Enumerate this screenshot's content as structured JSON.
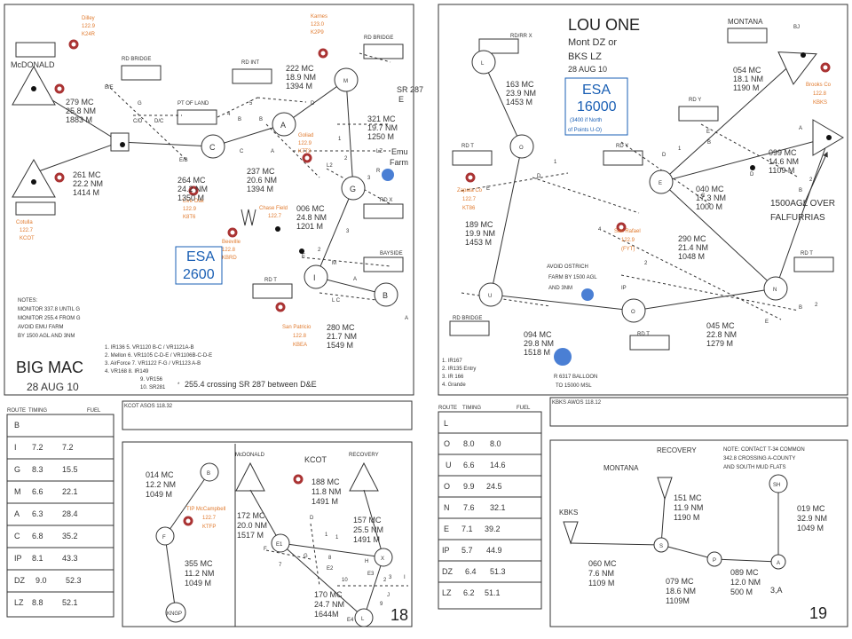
{
  "left": {
    "title": "BIG MAC",
    "date": "28 AUG 10",
    "esa": {
      "label": "ESA",
      "value": "2600"
    },
    "places": {
      "mcdonald": "McDONALD",
      "emu": "Emu",
      "farm": "Farm",
      "sr287": "SR 287",
      "sr287e": "E"
    },
    "roads": {
      "rdbridge1": "RD BRIDGE",
      "rdbridge2": "RD BRIDGE",
      "rdint": "RD INT",
      "ptofland": "PT OF LAND",
      "rdx": "RD X",
      "bayside": "BAYSIDE",
      "rdt": "RD T"
    },
    "labels": {
      "be": "B/E",
      "g": "G",
      "cd": "C/D",
      "dc": "D/C",
      "eb": "E/B",
      "n4": "4",
      "n5": "5",
      "b1": "B",
      "b2": "B",
      "c": "C",
      "a": "A",
      "d": "D",
      "lz": "LZ",
      "l2": "L2",
      "n1": "1",
      "n2": "2",
      "r": "R",
      "n3": "3",
      "e": "E",
      "n2b": "2",
      "m": "M",
      "ai": "A",
      "lc": "L C",
      "n3b": "3",
      "ab": "A"
    },
    "airports": [
      {
        "name": "Dilley",
        "freq": "122.9",
        "id": "K24R"
      },
      {
        "name": "Karnes",
        "freq": "123.0",
        "id": "K2P9"
      },
      {
        "name": "Goliad",
        "freq": "122.9",
        "id": "K7T3"
      },
      {
        "name": "Live Oak",
        "freq": "122.9",
        "id": "K8T6"
      },
      {
        "name": "Chase Field",
        "freq": "122.7",
        "id": ""
      },
      {
        "name": "Beeville",
        "freq": "122.8",
        "id": "KBRD"
      },
      {
        "name": "Cotulla",
        "freq": "122.7",
        "id": "KCOT"
      },
      {
        "name": "San Patricio",
        "freq": "122.8",
        "id": "KBEA"
      }
    ],
    "waypoints": [
      "M",
      "A",
      "C",
      "G",
      "I",
      "B"
    ],
    "legs": [
      {
        "mc": "222 MC",
        "nm": "18.9 NM",
        "m": "1394 M"
      },
      {
        "mc": "279 MC",
        "nm": "25.8 NM",
        "m": "1883 M"
      },
      {
        "mc": "321 MC",
        "nm": "19.7 NM",
        "m": "1250 M"
      },
      {
        "mc": "237 MC",
        "nm": "20.6 NM",
        "m": "1394 M"
      },
      {
        "mc": "261 MC",
        "nm": "22.2 NM",
        "m": "1414 M"
      },
      {
        "mc": "264 MC",
        "nm": "24.2 NM",
        "m": "1350 M"
      },
      {
        "mc": "006 MC",
        "nm": "24.8 NM",
        "m": "1201 M"
      },
      {
        "mc": "280 MC",
        "nm": "21.7 NM",
        "m": "1549 M"
      }
    ],
    "notes": [
      "NOTES:",
      "MONITOR 337.8 UNTIL G",
      "MONITOR 255.4 FROM G",
      "AVOID EMU FARM",
      "BY 1500 AGL AND 3NM"
    ],
    "footnotes": [
      "1. IR136    5. VR1120 B-C  /  VR1121A-B",
      "2. Mellon    6. VR1105 C-D-E  /  VR1106B-C-D-E",
      "3. AirForce 7. VR1122  F-G  /  VR1123 A-B",
      "4. VR168    8. IR149",
      "9. VR156",
      "10. SR281"
    ],
    "crossing": "255.4 crossing SR 287 between D&E",
    "route_header": {
      "route": "ROUTE",
      "timing": "TIMING",
      "fuel": "FUEL"
    },
    "route": [
      {
        "wp": "B",
        "t": "",
        "f": ""
      },
      {
        "wp": "I",
        "t": "7.2",
        "f": "7.2"
      },
      {
        "wp": "G",
        "t": "8.3",
        "f": "15.5"
      },
      {
        "wp": "M",
        "t": "6.6",
        "f": "22.1"
      },
      {
        "wp": "A",
        "t": "6.3",
        "f": "28.4"
      },
      {
        "wp": "C",
        "t": "6.8",
        "f": "35.2"
      },
      {
        "wp": "IP",
        "t": "8.1",
        "f": "43.3"
      },
      {
        "wp": "DZ",
        "t": "9.0",
        "f": "52.3"
      },
      {
        "wp": "LZ",
        "t": "8.8",
        "f": "52.1"
      }
    ],
    "asos": "KCOT ASOS 118.32",
    "sub": {
      "mcdonald": "McDONALD",
      "recovery": "RECOVERY",
      "kcot": "KCOT",
      "tip": "TIP McCampbell",
      "tipfreq": "122.7",
      "tipid": "KTFP",
      "kngp": "KNGP",
      "b": "B",
      "f": "F",
      "e1": "E1",
      "e2": "E2",
      "x": "X",
      "l": "L",
      "e4": "E4",
      "d": "D",
      "n8": "8",
      "n2": "2",
      "n3": "3",
      "n10": "10",
      "h": "H",
      "n9": "9",
      "f2": "F",
      "g": "G",
      "n7": "7",
      "i": "I",
      "j": "J",
      "n1": "1",
      "n1b": "1",
      "e3": "E3"
    },
    "sublegs": [
      {
        "mc": "014 MC",
        "nm": "12.2 NM",
        "m": "1049 M"
      },
      {
        "mc": "188 MC",
        "nm": "11.8 NM",
        "m": "1491 M"
      },
      {
        "mc": "172 MC",
        "nm": "20.0 NM",
        "m": "1517 M"
      },
      {
        "mc": "157 MC",
        "nm": "25.5 NM",
        "m": "1491 M"
      },
      {
        "mc": "355 MC",
        "nm": "11.2 NM",
        "m": "1049 M"
      },
      {
        "mc": "170 MC",
        "nm": "24.7 NM",
        "m": "1644M"
      }
    ],
    "page_num": "18"
  },
  "right": {
    "title": "LOU ONE",
    "sub1": "Mont DZ or",
    "sub2": "BKS LZ",
    "date": "28 AUG 10",
    "esa": {
      "label": "ESA",
      "value": "16000",
      "note1": "(3400 if North",
      "note2": "of Points U-O)"
    },
    "places": {
      "montana": "MONTANA",
      "avoid1": "AVOID OSTRICH",
      "avoid2": "FARM BY 1500 AGL",
      "avoid3": "AND 3NM",
      "bj": "BJ",
      "agl1": "1500AGL OVER",
      "agl2": "FALFURRIAS"
    },
    "roads": {
      "rdrrx": "RD/RR X",
      "rdt1": "RD T",
      "rdy1": "RD Y",
      "rdy2": "RD Y",
      "rdt2": "RD T",
      "rdbridge": "RD BRIDGE",
      "rdt3": "RD T"
    },
    "airports": [
      {
        "name": "Zapata Co",
        "freq": "122.7",
        "id": "KT86"
      },
      {
        "name": "San Rafael",
        "freq": "122.9",
        "id": "(FYT)"
      },
      {
        "name": "Brooks Co",
        "freq": "122.8",
        "id": "KBKS"
      }
    ],
    "waypoints": [
      "L",
      "O",
      "E",
      "U",
      "O",
      "N"
    ],
    "labels": {
      "n1": "1",
      "d": "D",
      "e": "E",
      "n1b": "1",
      "d2": "D",
      "b": "B",
      "c": "C",
      "e2": "E",
      "d3": "D",
      "n4": "4",
      "n2": "2",
      "ip": "IP",
      "b2": "B",
      "n2b": "2",
      "e3": "E",
      "a": "A",
      "b3": "B",
      "n2c": "2"
    },
    "legs": [
      {
        "mc": "163 MC",
        "nm": "23.9 NM",
        "m": "1453 M"
      },
      {
        "mc": "054 MC",
        "nm": "18.1 NM",
        "m": "1190 M"
      },
      {
        "mc": "099 MC",
        "nm": "14.6 NM",
        "m": "1109 M"
      },
      {
        "mc": "040 MC",
        "nm": "17.3 NM",
        "m": "1000 M"
      },
      {
        "mc": "189 MC",
        "nm": "19.9 NM",
        "m": "1453 M"
      },
      {
        "mc": "290 MC",
        "nm": "21.4 NM",
        "m": "1048 M"
      },
      {
        "mc": "094 MC",
        "nm": "29.8 NM",
        "m": "1518 M"
      },
      {
        "mc": "045 MC",
        "nm": "22.8 NM",
        "m": "1279 M"
      }
    ],
    "footnotes": [
      "1. IR167",
      "2. IR135 Entry",
      "3. IR 166",
      "4. Grande"
    ],
    "balloon1": "R 6317 BALLOON",
    "balloon2": "TO 15000 MSL",
    "route_header": {
      "route": "ROUTE",
      "timing": "TIMING",
      "fuel": "FUEL"
    },
    "route": [
      {
        "wp": "L",
        "t": "",
        "f": ""
      },
      {
        "wp": "O",
        "t": "8.0",
        "f": "8.0"
      },
      {
        "wp": "U",
        "t": "6.6",
        "f": "14.6"
      },
      {
        "wp": "O",
        "t": "9.9",
        "f": "24.5"
      },
      {
        "wp": "N",
        "t": "7.6",
        "f": "32.1"
      },
      {
        "wp": "E",
        "t": "7.1",
        "f": "39.2"
      },
      {
        "wp": "IP",
        "t": "5.7",
        "f": "44.9"
      },
      {
        "wp": "DZ",
        "t": "6.4",
        "f": "51.3"
      },
      {
        "wp": "LZ",
        "t": "6.2",
        "f": "51.1"
      }
    ],
    "awos": "KBKS AWOS 118.12",
    "sub": {
      "recovery": "RECOVERY",
      "montana": "MONTANA",
      "kbks": "KBKS",
      "s": "S",
      "p": "P",
      "a": "A",
      "sh": "SH",
      "ja": "3,A",
      "note1": "NOTE: CONTACT T-34 COMMON",
      "note2": "342.8 CROSSING A-COUNTY",
      "note3": "AND SOUTH MUD FLATS"
    },
    "sublegs": [
      {
        "mc": "151 MC",
        "nm": "11.9 NM",
        "m": "1190 M"
      },
      {
        "mc": "019 MC",
        "nm": "32.9 NM",
        "m": "1049 M"
      },
      {
        "mc": "060 MC",
        "nm": "7.6 NM",
        "m": "1109 M"
      },
      {
        "mc": "079 MC",
        "nm": "18.6 NM",
        "m": "1109M"
      },
      {
        "mc": "089 MC",
        "nm": "12.0 NM",
        "m": "500 M"
      }
    ],
    "page_num": "19"
  },
  "colors": {
    "accent": "#1a5fb4",
    "airport": "#e07a2e",
    "hazard": "#4a7fd4"
  }
}
